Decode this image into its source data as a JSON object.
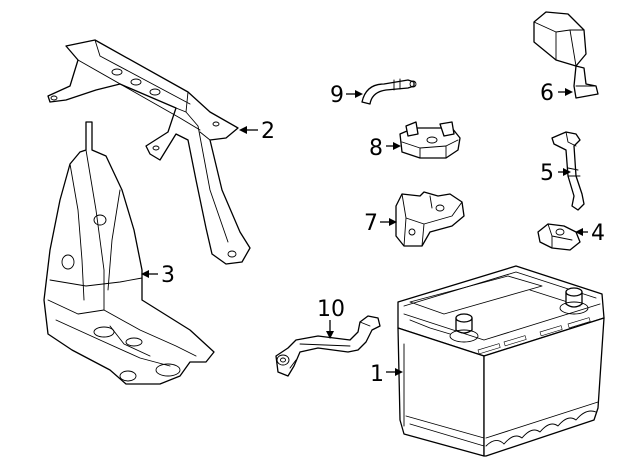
{
  "callouts": [
    {
      "number": "1"
    },
    {
      "number": "2"
    },
    {
      "number": "3"
    },
    {
      "number": "4"
    },
    {
      "number": "5"
    },
    {
      "number": "6"
    },
    {
      "number": "7"
    },
    {
      "number": "8"
    },
    {
      "number": "9"
    },
    {
      "number": "10"
    }
  ],
  "colors": {
    "line": "#000000",
    "background": "#ffffff"
  }
}
